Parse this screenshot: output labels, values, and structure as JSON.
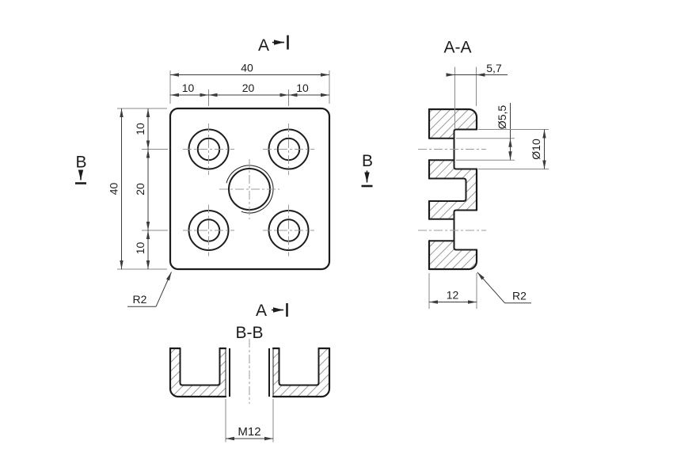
{
  "front_view": {
    "dim_width_total": "40",
    "dim_width_chain": [
      "10",
      "20",
      "10"
    ],
    "dim_height_total": "40",
    "dim_height_chain": [
      "10",
      "20",
      "10"
    ],
    "corner_radius_label": "R2"
  },
  "section_aa": {
    "title": "A-A",
    "dim_counterbore_depth": "5,7",
    "dim_hole_diameter": "Ø5,5",
    "dim_counterbore_diameter": "Ø10",
    "dim_thickness": "12",
    "corner_radius_label": "R2"
  },
  "section_bb": {
    "title": "B-B",
    "dim_thread": "M12"
  },
  "cutting_markers": {
    "a_top": "A",
    "a_bottom": "A",
    "b_left": "B",
    "b_right": "B"
  },
  "colors": {
    "outline": "#1c1c1c",
    "dimension": "#3c3c3c",
    "centerline": "#9b9b9b",
    "hatch": "#9a9a9a",
    "background": "#ffffff"
  }
}
